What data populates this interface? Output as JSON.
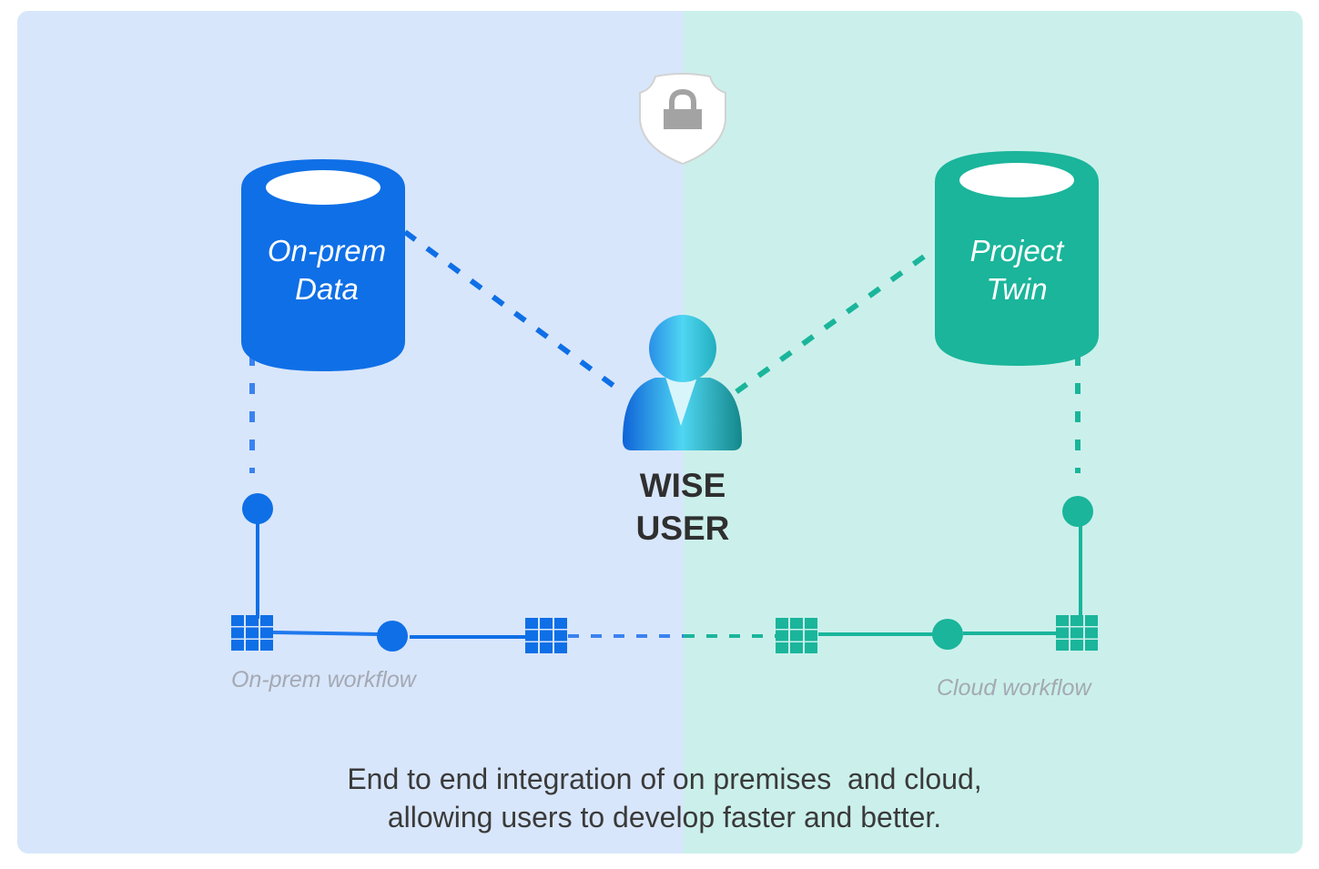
{
  "colors": {
    "onprem_blue": "#0f6fe6",
    "cloud_teal": "#1ab59b",
    "left_background": "#d8e6fb",
    "right_background": "#cbf0eb",
    "label_gray": "#a4a9b3",
    "text_dark": "#333333"
  },
  "left_panel": {
    "database": {
      "label_line1": "On-prem",
      "label_line2": "Data",
      "icon": "database-icon"
    },
    "workflow_label": "On-prem workflow"
  },
  "right_panel": {
    "database": {
      "label_line1": "Project",
      "label_line2": "Twin",
      "icon": "database-icon"
    },
    "workflow_label": "Cloud workflow"
  },
  "center": {
    "security_icon": "shield-lock-icon",
    "user_icon": "user-icon",
    "user_label_line1": "WISE",
    "user_label_line2": "USER"
  },
  "caption": {
    "line1": "End to end integration of on premises  and cloud,",
    "line2": "allowing users to develop faster and better."
  }
}
